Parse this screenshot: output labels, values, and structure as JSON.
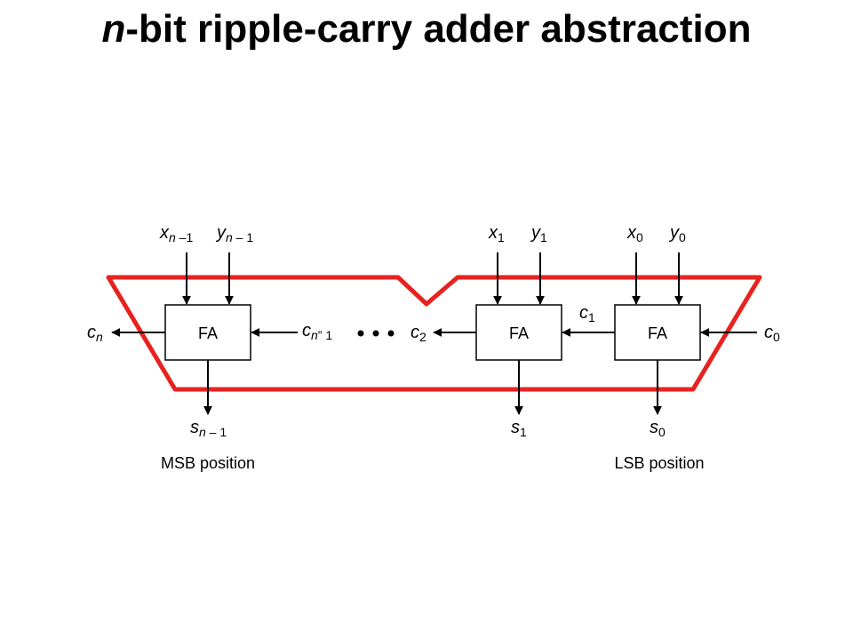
{
  "title": {
    "italic": "n",
    "rest": "-bit ripple-carry adder abstraction"
  },
  "blocks": [
    {
      "label": "FA"
    },
    {
      "label": "FA"
    },
    {
      "label": "FA"
    }
  ],
  "inputs": {
    "x_msb": {
      "base": "x",
      "sub_italic": "n",
      "sub_rest": " –1"
    },
    "y_msb": {
      "base": "y",
      "sub_italic": "n",
      "sub_rest": " – 1"
    },
    "x1": {
      "base": "x",
      "sub": "1"
    },
    "y1": {
      "base": "y",
      "sub": "1"
    },
    "x0": {
      "base": "x",
      "sub": "0"
    },
    "y0": {
      "base": "y",
      "sub": "0"
    }
  },
  "carries": {
    "cn": {
      "base": "c",
      "sub_italic": "n"
    },
    "cn1": {
      "base": "c",
      "sub_italic": "n",
      "sub_rest": "” 1"
    },
    "c2": {
      "base": "c",
      "sub": "2"
    },
    "c1": {
      "base": "c",
      "sub": "1"
    },
    "c0": {
      "base": "c",
      "sub": "0"
    }
  },
  "sums": {
    "s_msb": {
      "base": "s",
      "sub_italic": "n",
      "sub_rest": " – 1"
    },
    "s1": {
      "base": "s",
      "sub": "1"
    },
    "s0": {
      "base": "s",
      "sub": "0"
    }
  },
  "positions": {
    "msb": "MSB position",
    "lsb": "LSB position"
  },
  "colors": {
    "outline": "#e8221e",
    "stroke": "#000000"
  }
}
